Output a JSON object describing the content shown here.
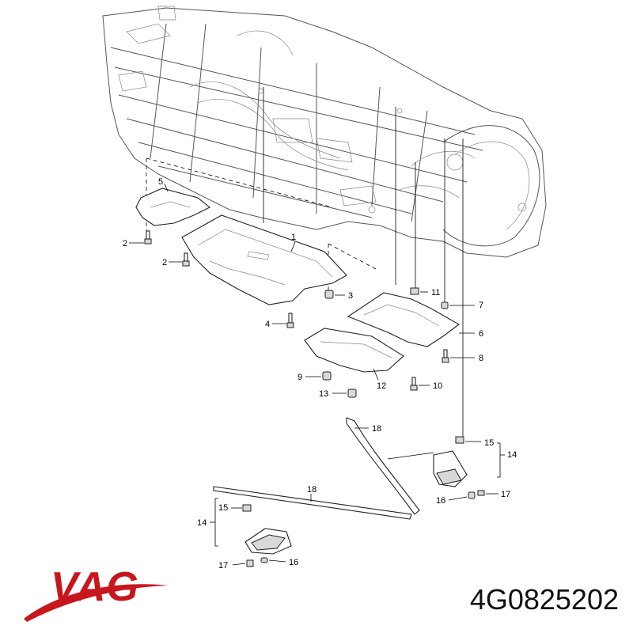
{
  "diagram": {
    "callouts": {
      "c1": "1",
      "c2a": "2",
      "c2b": "2",
      "c3": "3",
      "c4": "4",
      "c5": "5",
      "c6": "6",
      "c7": "7",
      "c8": "8",
      "c9": "9",
      "c10": "10",
      "c11": "11",
      "c12": "12",
      "c13": "13",
      "c14a": "14",
      "c14b": "14",
      "c15a": "15",
      "c15b": "15",
      "c16a": "16",
      "c16b": "16",
      "c17a": "17",
      "c17b": "17",
      "c18a": "18",
      "c18b": "18"
    }
  },
  "brand": {
    "logo_text": "VAG",
    "logo_color": "#c8161d",
    "swoosh_color": "#c8161d"
  },
  "part_number": "4G0825202"
}
